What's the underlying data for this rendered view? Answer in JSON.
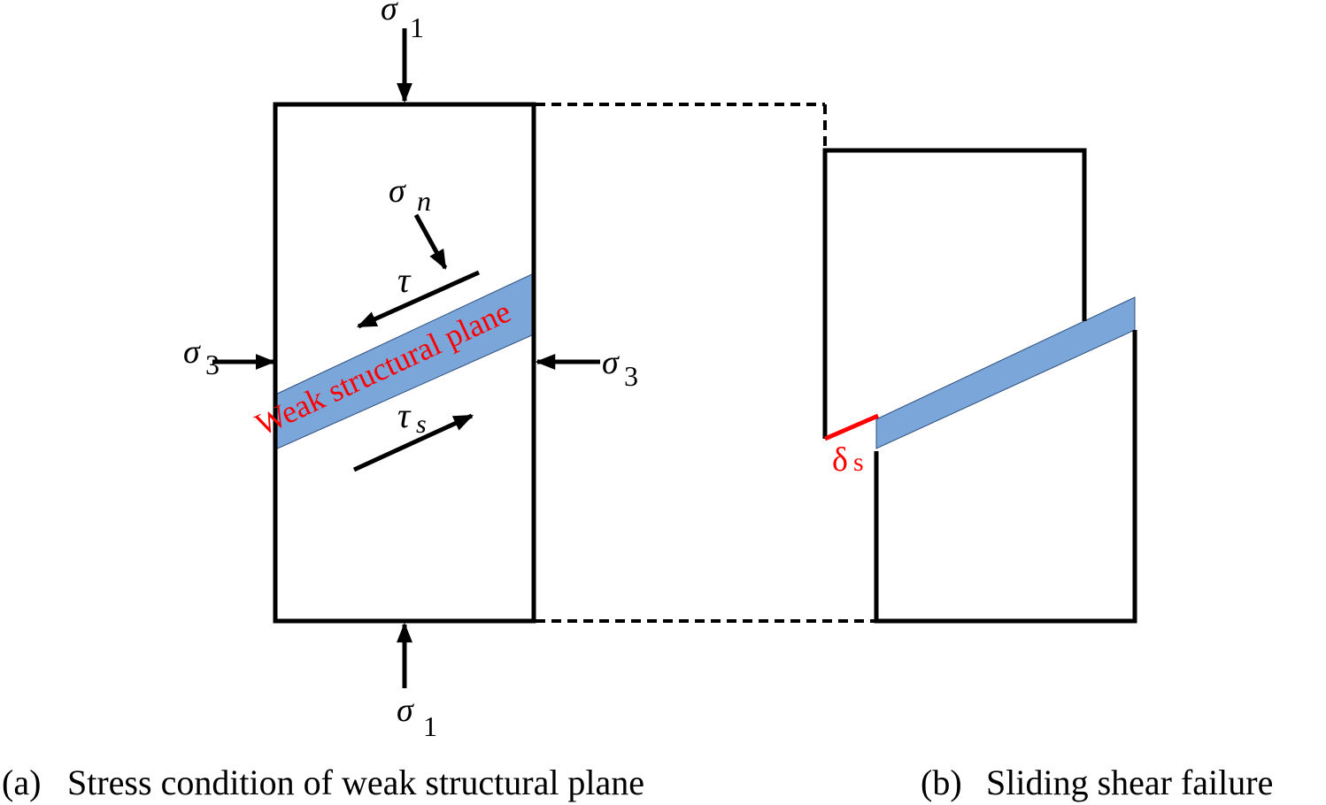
{
  "labels": {
    "sigma_sym": "σ",
    "tau_sym": "τ",
    "delta_sym": "δ",
    "sub_1": "1",
    "sub_3": "3",
    "sub_n": "n",
    "sub_s": "s",
    "weak_plane": "Weak structural plane"
  },
  "captions": {
    "a_tag": "(a)",
    "a_text": "Stress condition of weak structural plane",
    "b_tag": "(b)",
    "b_text": "Sliding shear failure"
  },
  "colors": {
    "plane_fill": "#7aa6d9",
    "plane_stroke": "#2f4f7f",
    "annotation": "#ff0000",
    "line": "#000000"
  }
}
